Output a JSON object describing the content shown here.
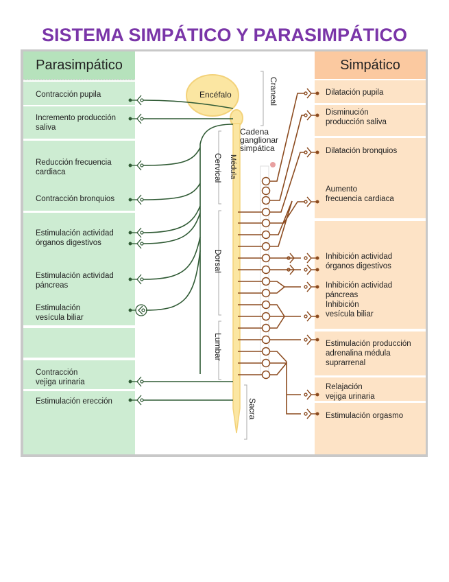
{
  "title": "SISTEMA SIMPÁTICO Y PARASIMPÁTICO",
  "colors": {
    "title": "#7a35a8",
    "parasympathetic_header": "#b6e2bc",
    "parasympathetic_box": "#cdecd2",
    "sympathetic_header": "#fbc9a0",
    "sympathetic_box": "#fde3c6",
    "parasympathetic_nerve": "#2f5a34",
    "sympathetic_nerve": "#8b4a1e",
    "cns": "#fbe6a2"
  },
  "parasympathetic": {
    "header": "Parasimpático",
    "effects": [
      "Contracción pupila",
      "Incremento producción",
      "saliva",
      "Reducción frecuencia",
      "cardiaca",
      "Contracción bronquios",
      "Estimulación actividad",
      "órganos digestivos",
      "Estimulación actividad",
      "páncreas",
      "Estimulación",
      "vesícula biliar",
      "Contracción",
      "vejiga urinaria",
      "Estimulación erección"
    ]
  },
  "sympathetic": {
    "header": "Simpático",
    "effects": [
      "Dilatación pupila",
      "Disminución",
      "producción saliva",
      "Dilatación bronquios",
      "Aumento",
      "frecuencia cardiaca",
      "Inhibición actividad",
      "órganos digestivos",
      "Inhibición actividad",
      "páncreas",
      "Inhibición",
      "vesícula biliar",
      "Estimulación producción",
      "adrenalina médula",
      "suprarrenal",
      "Relajación",
      "vejiga urinaria",
      "Estimulación orgasmo"
    ]
  },
  "cns": {
    "brain": "Encéfalo",
    "spinal_cord": "Médula",
    "chain_line1": "Cadena",
    "chain_line2": "ganglionar",
    "chain_line3": "simpática",
    "regions": [
      "Craneal",
      "Cervical",
      "Dorsal",
      "Lumbar",
      "Sacra"
    ]
  }
}
